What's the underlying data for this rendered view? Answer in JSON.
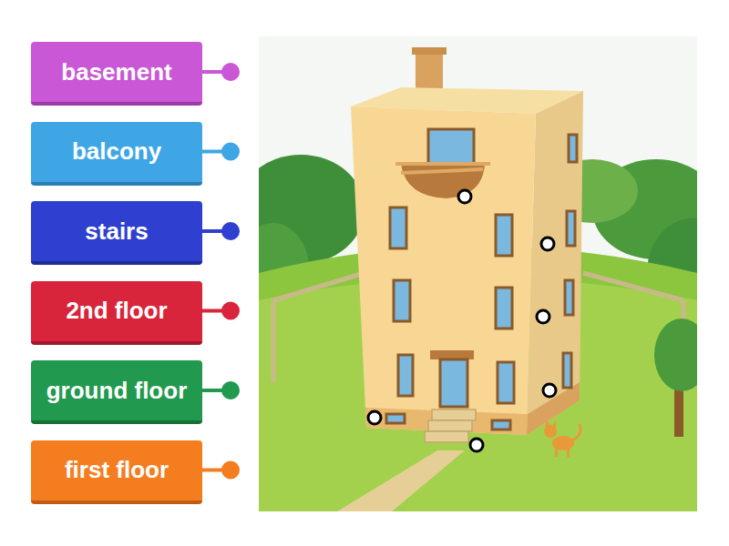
{
  "diagram": {
    "nodes": [
      {
        "text": [
          "basement"
        ]
      },
      {
        "text": [
          "balcony"
        ]
      },
      {
        "text": [
          "stairs"
        ]
      },
      {
        "text": [
          "2nd floor"
        ]
      },
      {
        "text": [
          "ground floor"
        ]
      },
      {
        "text": [
          "first floor"
        ]
      }
    ]
  }
}
